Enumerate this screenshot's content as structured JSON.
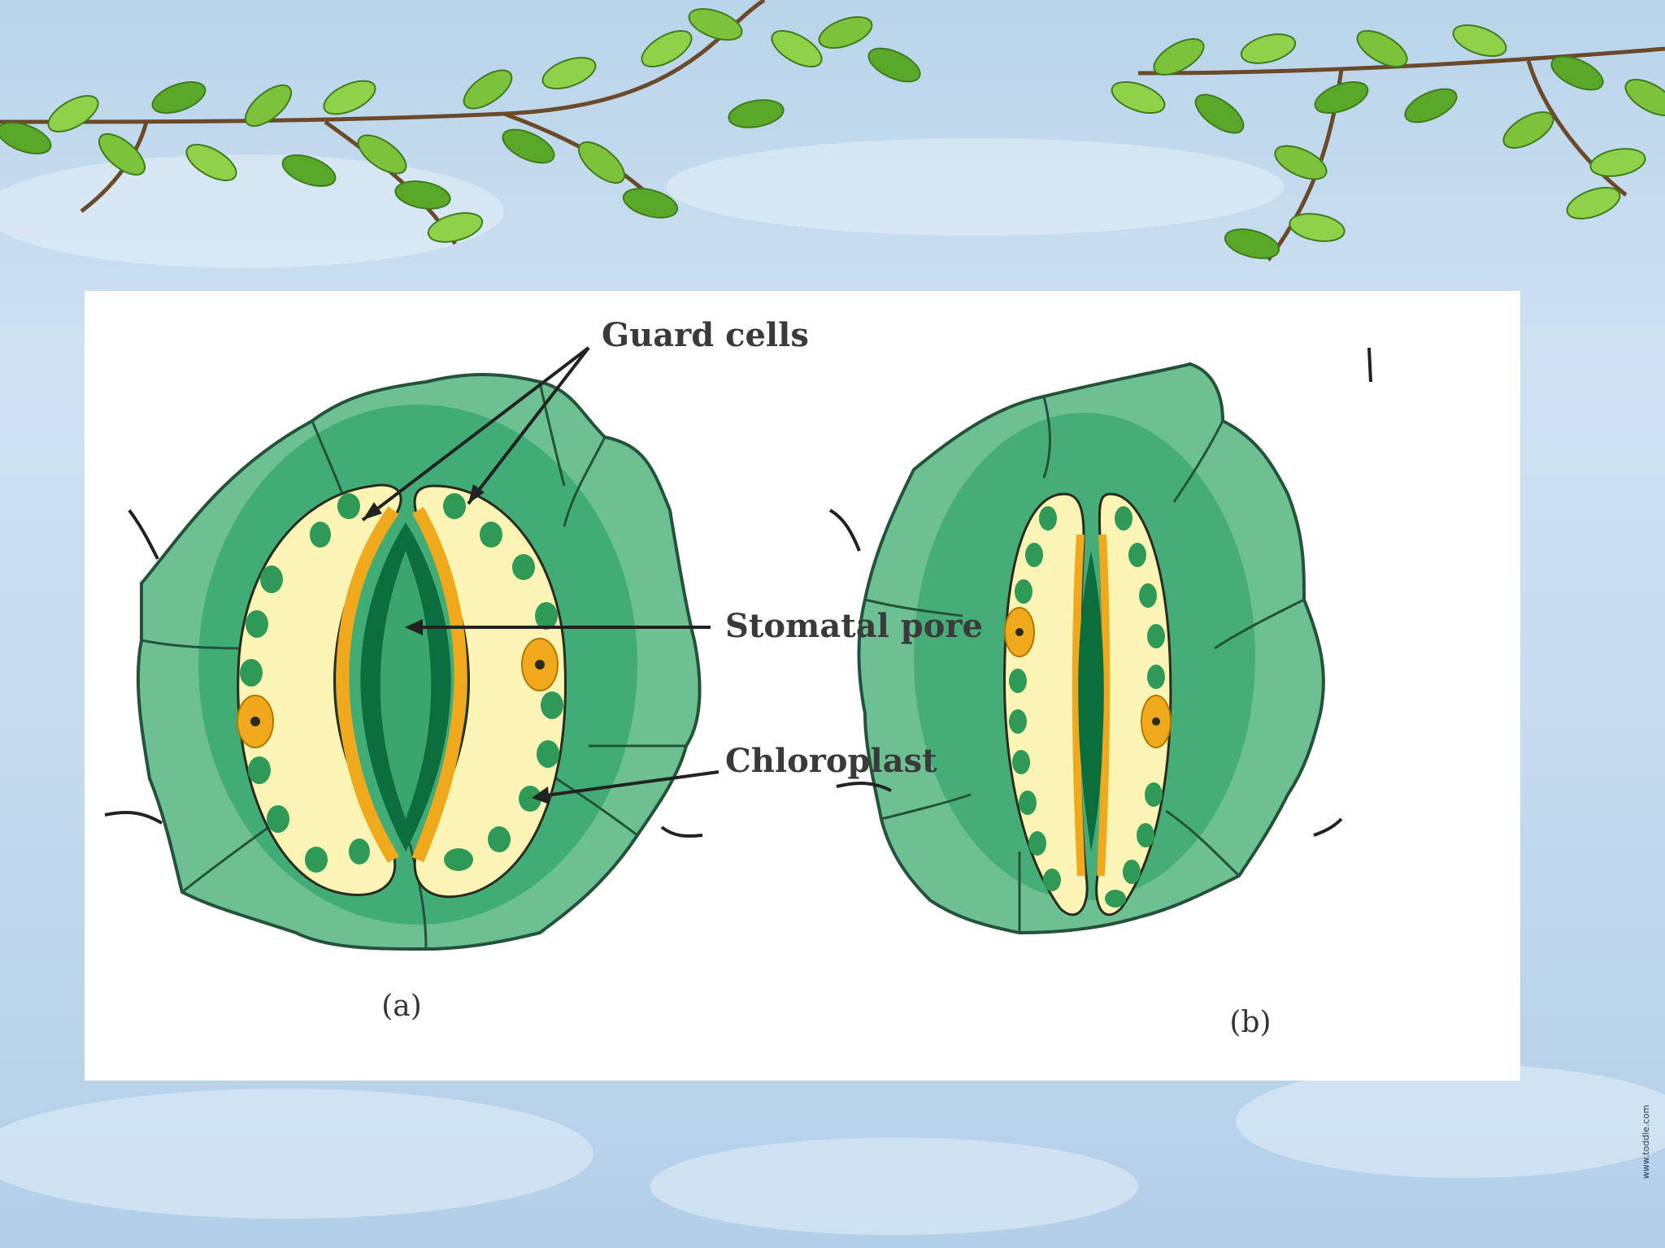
{
  "diagram": {
    "labels": {
      "guard_cells": "Guard cells",
      "stomatal_pore": "Stomatal pore",
      "chloroplast": "Chloroplast"
    },
    "captions": {
      "open": "(a)",
      "closed": "(b)"
    }
  },
  "watermark": "www.toddle.com",
  "colors": {
    "epidermal_cell": "#6cc092",
    "epidermal_shadow": "#1f9a5e",
    "guard_cell": "#fbf4b4",
    "guard_wall": "#f0a91c",
    "pore": "#0b6e3c",
    "pore_inner": "#3aa56c",
    "chloroplast": "#2f9a57",
    "leaf": "#7cc23a"
  }
}
